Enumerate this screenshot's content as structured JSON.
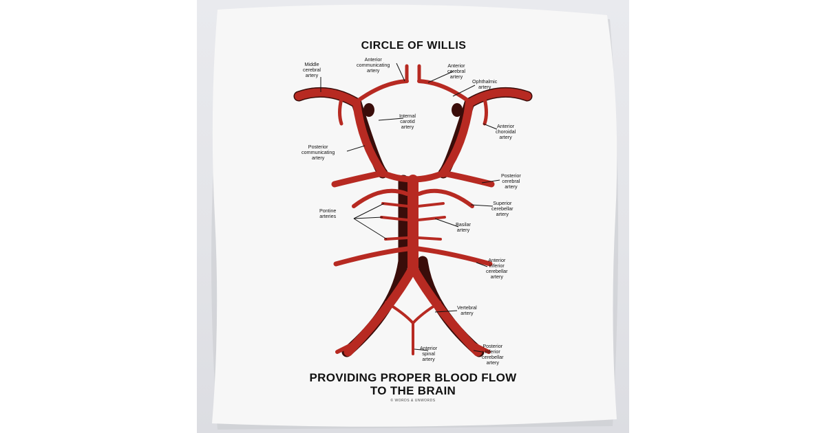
{
  "diagram": {
    "title": "CIRCLE OF WILLIS",
    "caption_line1": "PROVIDING PROPER BLOOD FLOW",
    "caption_line2": "TO THE BRAIN",
    "copyright": "© WORDS & UNWORDS",
    "labels": {
      "middle_cerebral": "Middle\ncerebral\nartery",
      "anterior_communicating": "Anterior\ncommunicating\nartery",
      "anterior_cerebral": "Anterior\ncerebral\nartery",
      "ophthalmic": "Ophthalmic\nartery",
      "internal_carotid": "Internal\ncarotid\nartery",
      "anterior_choroidal": "Anterior\nchoroidal\nartery",
      "posterior_communicating": "Posterior\ncommunicating\nartery",
      "posterior_cerebral": "Posterior\ncerebral\nartery",
      "superior_cerebellar": "Superior\ncerebellar\nartery",
      "pontine": "Pontine\narteries",
      "basilar": "Basilar\nartery",
      "anterior_inferior_cerebellar": "Anterior\ninferior\ncerebellar\nartery",
      "vertebral": "Vertebral\nartery",
      "anterior_spinal": "Anterior\nspinal\nartery",
      "posterior_inferior_cerebellar": "Posterior\ninferior\ncerebellar\nartery"
    },
    "colors": {
      "artery": "#b72a22",
      "background": "#e6e7eb",
      "pillow": "#f7f7f7"
    }
  }
}
